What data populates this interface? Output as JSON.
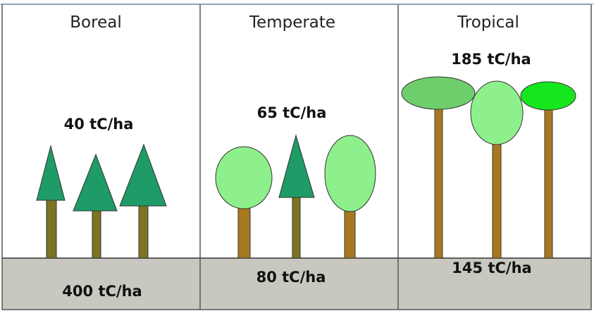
{
  "panels": [
    {
      "title": "Boreal",
      "vegetation_carbon": "40 tC/ha",
      "soil_carbon": "400 tC/ha"
    },
    {
      "title": "Temperate",
      "vegetation_carbon": "65 tC/ha",
      "soil_carbon": "80 tC/ha"
    },
    {
      "title": "Tropical",
      "vegetation_carbon": "185 tC/ha",
      "soil_carbon": "145 tC/ha"
    }
  ],
  "colors": {
    "ground": "#c8c8c0",
    "border": "#555555",
    "outer_border": "#7f97b8",
    "conifer_crown": "#1e9b66",
    "conifer_trunk": "#7c7422",
    "broadleaf_crown": "#8ef08c",
    "tropical_crown_left": "#6fce6c",
    "tropical_crown_right": "#16e61d",
    "broadleaf_trunk": "#a8781e"
  }
}
